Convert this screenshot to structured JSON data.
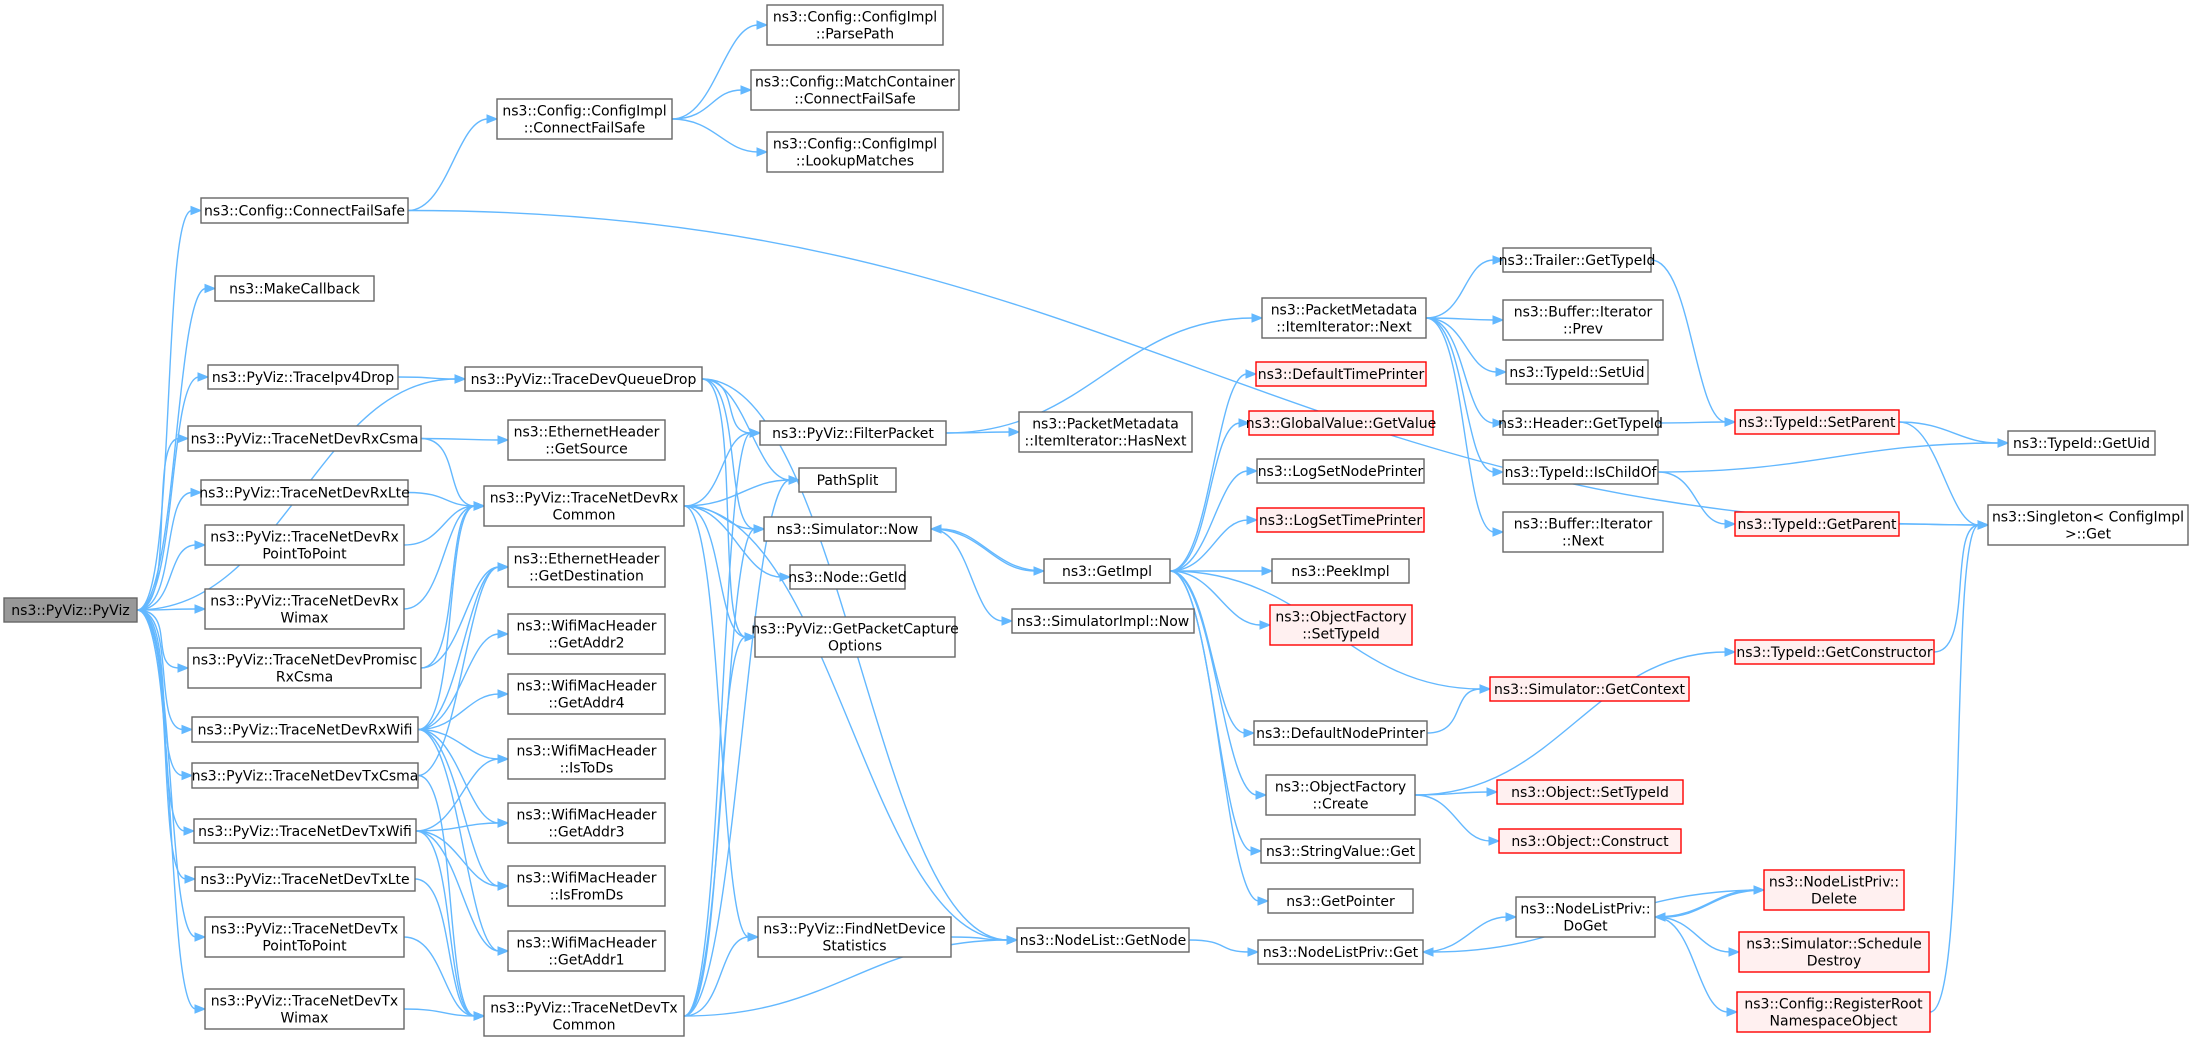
{
  "colors": {
    "edge": "#63b8ff",
    "node_border": "#666666",
    "node_fill": "#ffffff",
    "node_border_truncated": "#ff0000",
    "node_fill_truncated": "#fff0f0",
    "root_fill": "#999999"
  },
  "graph": {
    "nodes": [
      {
        "id": "root",
        "lines": [
          "ns3::PyViz::PyViz"
        ],
        "style": "root"
      },
      {
        "id": "ccfs",
        "lines": [
          "ns3::Config::ConnectFailSafe"
        ],
        "style": "normal"
      },
      {
        "id": "mcb",
        "lines": [
          "ns3::MakeCallback"
        ],
        "style": "normal"
      },
      {
        "id": "tipv4",
        "lines": [
          "ns3::PyViz::TraceIpv4Drop"
        ],
        "style": "normal"
      },
      {
        "id": "tcsma",
        "lines": [
          "ns3::PyViz::TraceNetDevRxCsma"
        ],
        "style": "normal"
      },
      {
        "id": "trxlte",
        "lines": [
          "ns3::PyViz::TraceNetDevRxLte"
        ],
        "style": "normal"
      },
      {
        "id": "trxp2p",
        "lines": [
          "ns3::PyViz::TraceNetDevRx",
          "PointToPoint"
        ],
        "style": "normal"
      },
      {
        "id": "trxwimax",
        "lines": [
          "ns3::PyViz::TraceNetDevRx",
          "Wimax"
        ],
        "style": "normal"
      },
      {
        "id": "tpromisc",
        "lines": [
          "ns3::PyViz::TraceNetDevPromisc",
          "RxCsma"
        ],
        "style": "normal"
      },
      {
        "id": "trxwifi",
        "lines": [
          "ns3::PyViz::TraceNetDevRxWifi"
        ],
        "style": "normal"
      },
      {
        "id": "ttxcsma",
        "lines": [
          "ns3::PyViz::TraceNetDevTxCsma"
        ],
        "style": "normal"
      },
      {
        "id": "ttxwifi",
        "lines": [
          "ns3::PyViz::TraceNetDevTxWifi"
        ],
        "style": "normal"
      },
      {
        "id": "ttxlte",
        "lines": [
          "ns3::PyViz::TraceNetDevTxLte"
        ],
        "style": "normal"
      },
      {
        "id": "ttxp2p",
        "lines": [
          "ns3::PyViz::TraceNetDevTx",
          "PointToPoint"
        ],
        "style": "normal"
      },
      {
        "id": "ttxwimax",
        "lines": [
          "ns3::PyViz::TraceNetDevTx",
          "Wimax"
        ],
        "style": "normal"
      },
      {
        "id": "cicfs",
        "lines": [
          "ns3::Config::ConfigImpl",
          "::ConnectFailSafe"
        ],
        "style": "normal"
      },
      {
        "id": "tdqd",
        "lines": [
          "ns3::PyViz::TraceDevQueueDrop"
        ],
        "style": "normal"
      },
      {
        "id": "ethsrc",
        "lines": [
          "ns3::EthernetHeader",
          "::GetSource"
        ],
        "style": "normal"
      },
      {
        "id": "trxcommon",
        "lines": [
          "ns3::PyViz::TraceNetDevRx",
          "Common"
        ],
        "style": "normal"
      },
      {
        "id": "ethdst",
        "lines": [
          "ns3::EthernetHeader",
          "::GetDestination"
        ],
        "style": "normal"
      },
      {
        "id": "waddr2",
        "lines": [
          "ns3::WifiMacHeader",
          "::GetAddr2"
        ],
        "style": "normal"
      },
      {
        "id": "waddr4",
        "lines": [
          "ns3::WifiMacHeader",
          "::GetAddr4"
        ],
        "style": "normal"
      },
      {
        "id": "wistods",
        "lines": [
          "ns3::WifiMacHeader",
          "::IsToDs"
        ],
        "style": "normal"
      },
      {
        "id": "waddr3",
        "lines": [
          "ns3::WifiMacHeader",
          "::GetAddr3"
        ],
        "style": "normal"
      },
      {
        "id": "wisfromds",
        "lines": [
          "ns3::WifiMacHeader",
          "::IsFromDs"
        ],
        "style": "normal"
      },
      {
        "id": "waddr1",
        "lines": [
          "ns3::WifiMacHeader",
          "::GetAddr1"
        ],
        "style": "normal"
      },
      {
        "id": "ttxcommon",
        "lines": [
          "ns3::PyViz::TraceNetDevTx",
          "Common"
        ],
        "style": "normal"
      },
      {
        "id": "cipp",
        "lines": [
          "ns3::Config::ConfigImpl",
          "::ParsePath"
        ],
        "style": "normal"
      },
      {
        "id": "mccfs",
        "lines": [
          "ns3::Config::MatchContainer",
          "::ConnectFailSafe"
        ],
        "style": "normal"
      },
      {
        "id": "cilm",
        "lines": [
          "ns3::Config::ConfigImpl",
          "::LookupMatches"
        ],
        "style": "normal"
      },
      {
        "id": "filter",
        "lines": [
          "ns3::PyViz::FilterPacket"
        ],
        "style": "normal"
      },
      {
        "id": "pathsplit",
        "lines": [
          "PathSplit"
        ],
        "style": "normal"
      },
      {
        "id": "simnow",
        "lines": [
          "ns3::Simulator::Now"
        ],
        "style": "normal"
      },
      {
        "id": "nodegetid",
        "lines": [
          "ns3::Node::GetId"
        ],
        "style": "normal"
      },
      {
        "id": "gpco",
        "lines": [
          "ns3::PyViz::GetPacketCapture",
          "Options"
        ],
        "style": "normal"
      },
      {
        "id": "fnds",
        "lines": [
          "ns3::PyViz::FindNetDevice",
          "Statistics"
        ],
        "style": "normal"
      },
      {
        "id": "pmhas",
        "lines": [
          "ns3::PacketMetadata",
          "::ItemIterator::HasNext"
        ],
        "style": "normal"
      },
      {
        "id": "pmnext",
        "lines": [
          "ns3::PacketMetadata",
          "::ItemIterator::Next"
        ],
        "style": "normal"
      },
      {
        "id": "getimpl",
        "lines": [
          "ns3::GetImpl"
        ],
        "style": "normal"
      },
      {
        "id": "simimplnow",
        "lines": [
          "ns3::SimulatorImpl::Now"
        ],
        "style": "normal"
      },
      {
        "id": "nlgetnode",
        "lines": [
          "ns3::NodeList::GetNode"
        ],
        "style": "normal"
      },
      {
        "id": "dtp",
        "lines": [
          "ns3::DefaultTimePrinter"
        ],
        "style": "truncated"
      },
      {
        "id": "gvget",
        "lines": [
          "ns3::GlobalValue::GetValue"
        ],
        "style": "truncated"
      },
      {
        "id": "lsnp",
        "lines": [
          "ns3::LogSetNodePrinter"
        ],
        "style": "normal"
      },
      {
        "id": "lstp",
        "lines": [
          "ns3::LogSetTimePrinter"
        ],
        "style": "truncated"
      },
      {
        "id": "peek",
        "lines": [
          "ns3::PeekImpl"
        ],
        "style": "normal"
      },
      {
        "id": "ofst",
        "lines": [
          "ns3::ObjectFactory",
          "::SetTypeId"
        ],
        "style": "truncated"
      },
      {
        "id": "simctx",
        "lines": [
          "ns3::Simulator::GetContext"
        ],
        "style": "truncated"
      },
      {
        "id": "dnp",
        "lines": [
          "ns3::DefaultNodePrinter"
        ],
        "style": "normal"
      },
      {
        "id": "ofcreate",
        "lines": [
          "ns3::ObjectFactory",
          "::Create"
        ],
        "style": "normal"
      },
      {
        "id": "svget",
        "lines": [
          "ns3::StringValue::Get"
        ],
        "style": "normal"
      },
      {
        "id": "getptr",
        "lines": [
          "ns3::GetPointer"
        ],
        "style": "normal"
      },
      {
        "id": "nlpget",
        "lines": [
          "ns3::NodeListPriv::Get"
        ],
        "style": "normal"
      },
      {
        "id": "trlgt",
        "lines": [
          "ns3::Trailer::GetTypeId"
        ],
        "style": "normal"
      },
      {
        "id": "bufprev",
        "lines": [
          "ns3::Buffer::Iterator",
          "::Prev"
        ],
        "style": "normal"
      },
      {
        "id": "tidsetuid",
        "lines": [
          "ns3::TypeId::SetUid"
        ],
        "style": "normal"
      },
      {
        "id": "hdrgt",
        "lines": [
          "ns3::Header::GetTypeId"
        ],
        "style": "normal"
      },
      {
        "id": "tidischild",
        "lines": [
          "ns3::TypeId::IsChildOf"
        ],
        "style": "normal"
      },
      {
        "id": "bufnext",
        "lines": [
          "ns3::Buffer::Iterator",
          "::Next"
        ],
        "style": "normal"
      },
      {
        "id": "objsettid",
        "lines": [
          "ns3::Object::SetTypeId"
        ],
        "style": "truncated"
      },
      {
        "id": "objconstruct",
        "lines": [
          "ns3::Object::Construct"
        ],
        "style": "truncated"
      },
      {
        "id": "nlpdoget",
        "lines": [
          "ns3::NodeListPriv::",
          "DoGet"
        ],
        "style": "normal"
      },
      {
        "id": "tidsetparent",
        "lines": [
          "ns3::TypeId::SetParent"
        ],
        "style": "truncated"
      },
      {
        "id": "tidgetparent",
        "lines": [
          "ns3::TypeId::GetParent"
        ],
        "style": "truncated"
      },
      {
        "id": "tidgetctor",
        "lines": [
          "ns3::TypeId::GetConstructor"
        ],
        "style": "truncated"
      },
      {
        "id": "nlpdelete",
        "lines": [
          "ns3::NodeListPriv::",
          "Delete"
        ],
        "style": "truncated"
      },
      {
        "id": "simsched",
        "lines": [
          "ns3::Simulator::Schedule",
          "Destroy"
        ],
        "style": "truncated"
      },
      {
        "id": "crns",
        "lines": [
          "ns3::Config::RegisterRoot",
          "NamespaceObject"
        ],
        "style": "truncated"
      },
      {
        "id": "tidgetuid",
        "lines": [
          "ns3::TypeId::GetUid"
        ],
        "style": "normal"
      },
      {
        "id": "singleton",
        "lines": [
          "ns3::Singleton< ConfigImpl",
          " >::Get"
        ],
        "style": "normal"
      }
    ],
    "edges": [
      [
        "root",
        "ccfs"
      ],
      [
        "root",
        "mcb"
      ],
      [
        "root",
        "tipv4"
      ],
      [
        "root",
        "tdqd"
      ],
      [
        "root",
        "tcsma"
      ],
      [
        "root",
        "trxlte"
      ],
      [
        "root",
        "trxp2p"
      ],
      [
        "root",
        "trxwimax"
      ],
      [
        "root",
        "tpromisc"
      ],
      [
        "root",
        "trxwifi"
      ],
      [
        "root",
        "ttxcsma"
      ],
      [
        "root",
        "ttxwifi"
      ],
      [
        "root",
        "ttxlte"
      ],
      [
        "root",
        "ttxp2p"
      ],
      [
        "root",
        "ttxwimax"
      ],
      [
        "ccfs",
        "cicfs"
      ],
      [
        "ccfs",
        "singleton"
      ],
      [
        "cicfs",
        "cipp"
      ],
      [
        "cicfs",
        "mccfs"
      ],
      [
        "cicfs",
        "cilm"
      ],
      [
        "tipv4",
        "tdqd"
      ],
      [
        "tdqd",
        "filter"
      ],
      [
        "tdqd",
        "pathsplit"
      ],
      [
        "tdqd",
        "simnow"
      ],
      [
        "tdqd",
        "gpco"
      ],
      [
        "tdqd",
        "nlgetnode"
      ],
      [
        "tcsma",
        "ethsrc"
      ],
      [
        "tcsma",
        "trxcommon"
      ],
      [
        "trxlte",
        "trxcommon"
      ],
      [
        "trxp2p",
        "trxcommon"
      ],
      [
        "trxwimax",
        "trxcommon"
      ],
      [
        "tpromisc",
        "trxcommon"
      ],
      [
        "tpromisc",
        "ethdst"
      ],
      [
        "trxwifi",
        "trxcommon"
      ],
      [
        "trxwifi",
        "waddr2"
      ],
      [
        "trxwifi",
        "waddr4"
      ],
      [
        "trxwifi",
        "wistods"
      ],
      [
        "trxwifi",
        "waddr3"
      ],
      [
        "trxwifi",
        "wisfromds"
      ],
      [
        "trxwifi",
        "waddr1"
      ],
      [
        "trxwifi",
        "ethdst"
      ],
      [
        "ttxcsma",
        "ttxcommon"
      ],
      [
        "ttxcsma",
        "ethdst"
      ],
      [
        "ttxwifi",
        "ttxcommon"
      ],
      [
        "ttxwifi",
        "wistods"
      ],
      [
        "ttxwifi",
        "waddr3"
      ],
      [
        "ttxwifi",
        "wisfromds"
      ],
      [
        "ttxwifi",
        "waddr1"
      ],
      [
        "ttxlte",
        "ttxcommon"
      ],
      [
        "ttxp2p",
        "ttxcommon"
      ],
      [
        "ttxwimax",
        "ttxcommon"
      ],
      [
        "trxcommon",
        "filter"
      ],
      [
        "trxcommon",
        "pathsplit"
      ],
      [
        "trxcommon",
        "simnow"
      ],
      [
        "trxcommon",
        "nodegetid"
      ],
      [
        "trxcommon",
        "gpco"
      ],
      [
        "trxcommon",
        "fnds"
      ],
      [
        "trxcommon",
        "nlgetnode"
      ],
      [
        "ttxcommon",
        "filter"
      ],
      [
        "ttxcommon",
        "pathsplit"
      ],
      [
        "ttxcommon",
        "simnow"
      ],
      [
        "ttxcommon",
        "gpco"
      ],
      [
        "ttxcommon",
        "fnds"
      ],
      [
        "ttxcommon",
        "nlgetnode"
      ],
      [
        "filter",
        "pmhas"
      ],
      [
        "filter",
        "pmnext"
      ],
      [
        "fnds",
        "nlgetnode"
      ],
      [
        "simnow",
        "getimpl"
      ],
      [
        "simnow",
        "simimplnow"
      ],
      [
        "nlgetnode",
        "nlpget"
      ],
      [
        "getimpl",
        "dtp"
      ],
      [
        "getimpl",
        "gvget"
      ],
      [
        "getimpl",
        "lsnp"
      ],
      [
        "getimpl",
        "lstp"
      ],
      [
        "getimpl",
        "peek"
      ],
      [
        "getimpl",
        "ofst"
      ],
      [
        "getimpl",
        "simctx"
      ],
      [
        "getimpl",
        "dnp"
      ],
      [
        "getimpl",
        "ofcreate"
      ],
      [
        "getimpl",
        "svget"
      ],
      [
        "getimpl",
        "getptr"
      ],
      [
        "getimpl",
        "simnow"
      ],
      [
        "dnp",
        "simctx"
      ],
      [
        "ofcreate",
        "objsettid"
      ],
      [
        "ofcreate",
        "objconstruct"
      ],
      [
        "ofcreate",
        "tidgetctor"
      ],
      [
        "pmnext",
        "trlgt"
      ],
      [
        "pmnext",
        "bufprev"
      ],
      [
        "pmnext",
        "tidsetuid"
      ],
      [
        "pmnext",
        "hdrgt"
      ],
      [
        "pmnext",
        "tidischild"
      ],
      [
        "pmnext",
        "bufnext"
      ],
      [
        "trlgt",
        "tidsetparent"
      ],
      [
        "hdrgt",
        "tidsetparent"
      ],
      [
        "tidischild",
        "tidgetuid"
      ],
      [
        "tidischild",
        "tidgetparent"
      ],
      [
        "tidsetparent",
        "tidgetuid"
      ],
      [
        "tidsetparent",
        "singleton"
      ],
      [
        "tidgetparent",
        "singleton"
      ],
      [
        "tidgetctor",
        "singleton"
      ],
      [
        "nlpget",
        "nlpdoget"
      ],
      [
        "nlpdoget",
        "nlpdelete"
      ],
      [
        "nlpdoget",
        "simsched"
      ],
      [
        "nlpdoget",
        "crns"
      ],
      [
        "nlpdelete",
        "nlpget"
      ],
      [
        "nlpdelete",
        "nlpdoget"
      ],
      [
        "crns",
        "singleton"
      ]
    ]
  }
}
